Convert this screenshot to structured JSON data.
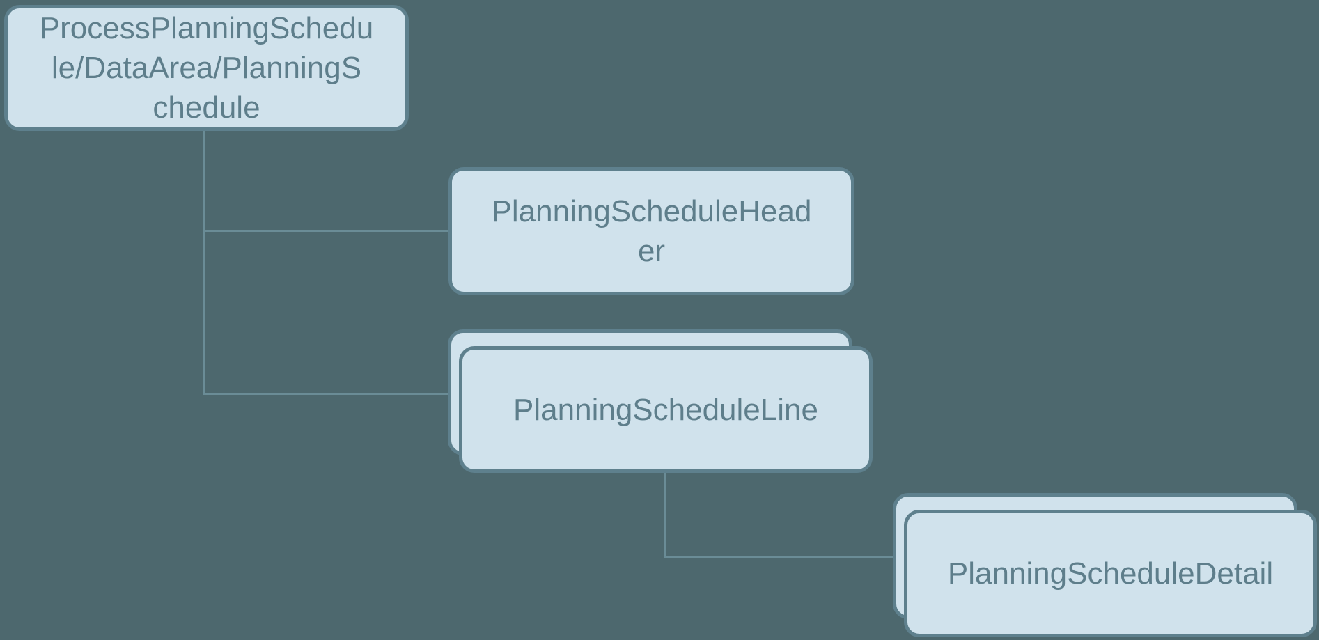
{
  "diagram": {
    "type": "hierarchy-tree",
    "colors": {
      "background": "#4d686e",
      "node_fill": "#d0e2ec",
      "node_border": "#5e808d",
      "connector": "#6a8c96",
      "text": "#5e7e8b"
    },
    "nodes": {
      "root": {
        "label": "ProcessPlanningSchedule/DataArea/PlanningSchedule",
        "lines": [
          "ProcessPlanningSchedu",
          "le/DataArea/PlanningS",
          "chedule"
        ],
        "stacked": false
      },
      "header": {
        "label": "PlanningScheduleHeader",
        "lines": [
          "PlanningScheduleHead",
          "er"
        ],
        "stacked": false
      },
      "line": {
        "label": "PlanningScheduleLine",
        "lines": [
          "PlanningScheduleLine"
        ],
        "stacked": true
      },
      "detail": {
        "label": "PlanningScheduleDetail",
        "lines": [
          "PlanningScheduleDetail"
        ],
        "stacked": true
      }
    },
    "edges": [
      {
        "from": "root",
        "to": "header"
      },
      {
        "from": "root",
        "to": "line"
      },
      {
        "from": "line",
        "to": "detail"
      }
    ]
  }
}
